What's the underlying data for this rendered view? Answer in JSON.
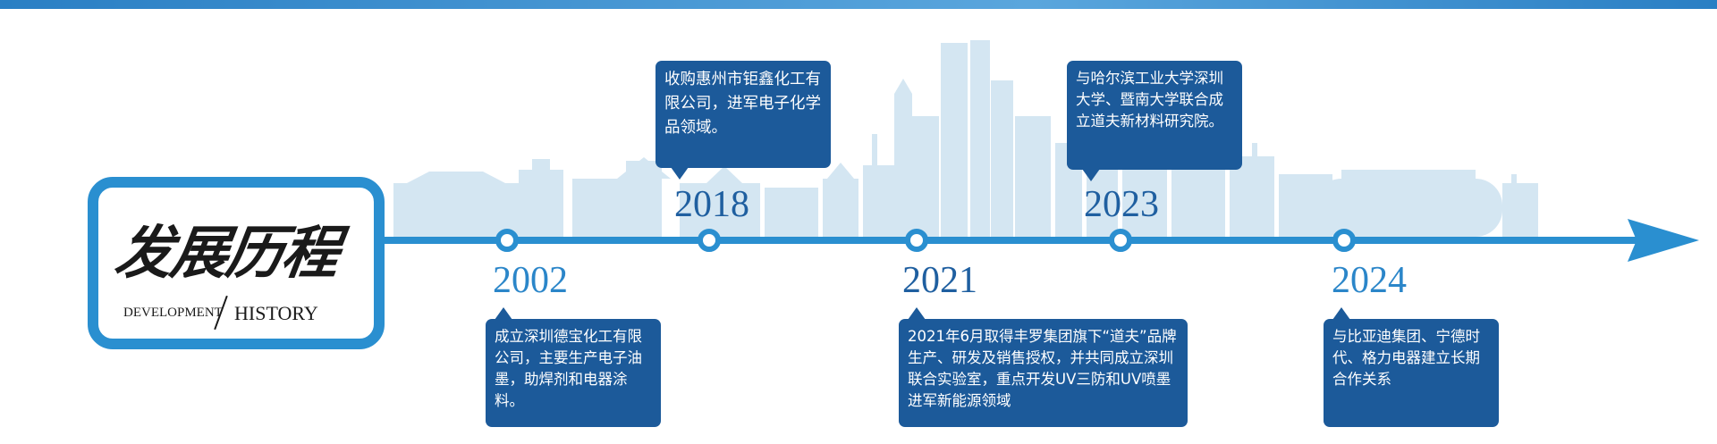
{
  "logo": {
    "cn": "发展历程",
    "en_left": "DEVELOPMENT",
    "en_right": "HISTORY"
  },
  "colors": {
    "accent": "#2a8fd0",
    "box": "#1c5a9a",
    "skyline": "#d4e6f2",
    "year_dark": "#1f5fa0",
    "year_light": "#2b86c9"
  },
  "timeline": [
    {
      "year": "2002",
      "text": "成立深圳德宝化工有限公司，主要生产电子油墨，助焊剂和电器涂料。"
    },
    {
      "year": "2018",
      "text": "收购惠州市钜鑫化工有限公司，进军电子化学品领域。"
    },
    {
      "year": "2021",
      "text": "2021年6月取得丰罗集团旗下“道夫”品牌生产、研发及销售授权，并共同成立深圳联合实验室，重点开发UV三防和UV喷墨进军新能源领域"
    },
    {
      "year": "2023",
      "text": "与哈尔滨工业大学深圳大学、暨南大学联合成立道夫新材料研究院。"
    },
    {
      "year": "2024",
      "text": "与比亚迪集团、宁德时代、格力电器建立长期合作关系"
    }
  ]
}
